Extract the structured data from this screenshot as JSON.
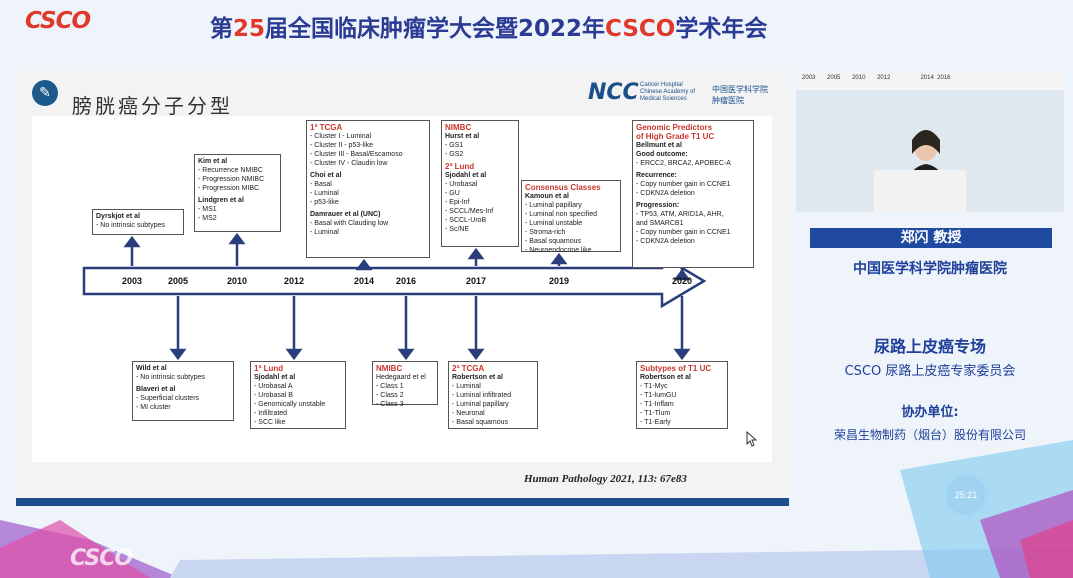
{
  "header": {
    "logo": "CSCO",
    "title_prefix": "第",
    "title_number": "25",
    "title_mid": "届全国临床肿瘤学大会暨2022年",
    "title_brand": "CSCO",
    "title_suffix": "学术年会"
  },
  "slide": {
    "title": "膀胱癌分子分型",
    "org_logo": "NCC",
    "org_en": "Cancer Hospital Chinese Academy of Medical Sciences",
    "org_cn": "中国医学科学院 肿瘤医院",
    "citation": "Human Pathology 2021, 113: 67e83",
    "timeline_years": [
      "2003",
      "2005",
      "2010",
      "2012",
      "2014",
      "2016",
      "2017",
      "2019",
      "2020"
    ],
    "top_boxes": [
      {
        "lines": [
          "Dyrskjot et al",
          "- No intrinsic subtypes"
        ]
      },
      {
        "lines": [
          "Kim et al",
          "- Recurrence NMIBC",
          "- Progression NMIBC",
          "- Progression MIBC",
          "",
          "Lindgren et al",
          "- MS1",
          "- MS2"
        ]
      },
      {
        "lines": [
          "1ª TCGA",
          "- Cluster I - Luminal",
          "- Cluster II - p53-like",
          "- Cluster III - Basal/Escamoso",
          "- Cluster IV - Claudin low",
          "",
          "Choi et al",
          "- Basal",
          "- Luminal",
          "- p53-like",
          "",
          "Damrauer et al (UNC)",
          "- Basal with Clauding low",
          "- Luminal"
        ]
      },
      {
        "lines": [
          "NIMBC",
          "Hurst et al",
          "- GS1",
          "- GS2",
          "",
          "2ª Lund",
          "Sjodahl et al",
          "- Urobasal",
          "- GU",
          "- Epi-Inf",
          "- SCCL/Mes-Inf",
          "- SCCL-UroB",
          "- Sc/NE"
        ]
      },
      {
        "lines": [
          "Consensus Classes",
          "Kamoun et al",
          "- Luminal papillary",
          "- Luminal non specified",
          "- Luminal unstable",
          "- Stroma-rich",
          "- Basal squamous",
          "- Neuroendocrine like"
        ]
      },
      {
        "lines": [
          "Genomic Predictors",
          "of High Grade T1 UC",
          "Bellmunt et al",
          "Good outcome:",
          "- ERCC2, BRCA2, APOBEC-A",
          "",
          "Recurrence:",
          "- Copy number gain in CCNE1",
          "- CDKN2A deletion",
          "",
          "Progression:",
          "- TP53, ATM, ARID1A, AHR,",
          "  and SMARCB1",
          "- Copy number gain in CCNE1",
          "- CDKN2A deletion"
        ]
      }
    ],
    "bottom_boxes": [
      {
        "lines": [
          "Wild et al",
          "- No intrinsic subtypes",
          "",
          "Blaveri et al",
          "- Superficial clusters",
          "- MI cluster"
        ]
      },
      {
        "lines": [
          "1ª Lund",
          "Sjodahl et al",
          "- Urobasal A",
          "- Urobasal B",
          "- Genomically unstable",
          "- Infiltrated",
          "- SCC like"
        ]
      },
      {
        "lines": [
          "NMIBC",
          "Hedegaard et el",
          "- Class 1",
          "- Class 2",
          "- Class 3"
        ]
      },
      {
        "lines": [
          "2ª TCGA",
          "Robertson et al",
          "- Luminal",
          "- Luminal infiltrated",
          "- Luminal papillary",
          "- Neuronal",
          "- Basal squamous"
        ]
      },
      {
        "lines": [
          "Subtypes of T1 UC",
          "Robertson et al",
          "- T1-Myc",
          "- T1-lumGU",
          "- T1-Inflam",
          "- T1-Tlum",
          "- T1-Early"
        ]
      }
    ]
  },
  "video": {
    "years": [
      "2003",
      "2005",
      "2010",
      "2012",
      "2014",
      "2016"
    ]
  },
  "speaker": {
    "name": "郑闪 教授",
    "affiliation": "中国医学科学院肿瘤医院"
  },
  "session": {
    "title": "尿路上皮癌专场",
    "committee": "CSCO 尿路上皮癌专家委员会",
    "co_label": "协办单位:",
    "co_org": "荣昌生物制药（烟台）股份有限公司"
  },
  "timer": "25:21",
  "colors": {
    "brand_blue": "#2b3a93",
    "brand_red": "#e0392b",
    "timeline": "#2a3d7c",
    "accent": "#c8372d"
  }
}
